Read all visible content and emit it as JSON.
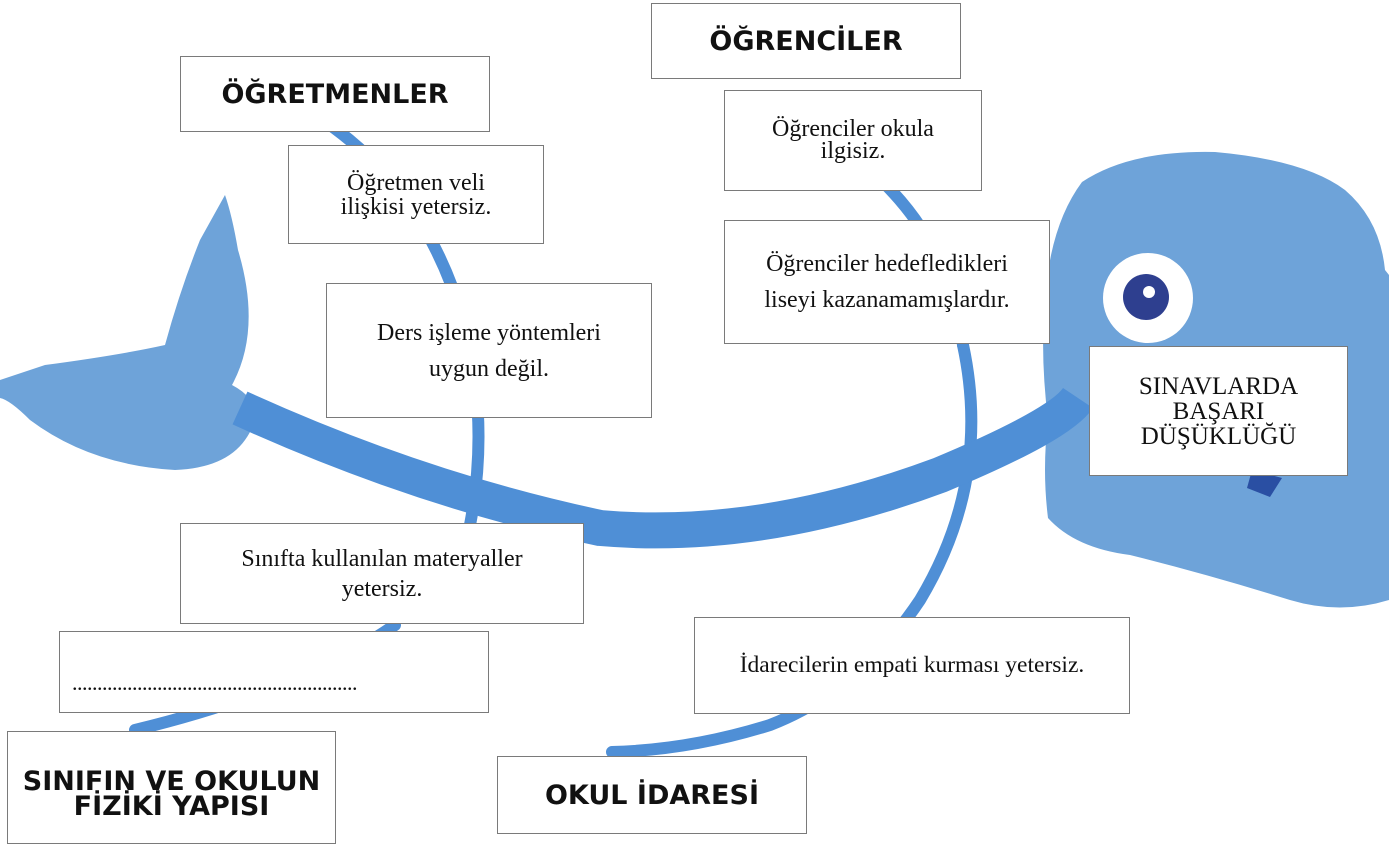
{
  "diagram": {
    "type": "fishbone",
    "effect": "SINAVLARDA BAŞARI DÜŞÜKLÜĞÜ",
    "categories": {
      "teachers": {
        "title": "ÖĞRETMENLER",
        "causes": [
          "Öğretmen veli ilişkisi yetersiz.",
          "Ders işleme yöntemleri uygun değil."
        ]
      },
      "students": {
        "title": "ÖĞRENCİLER",
        "causes": [
          "Öğrenciler okula ilgisiz.",
          "Öğrenciler hedefledikleri liseyi kazanamamışlardır."
        ]
      },
      "physical": {
        "title": "SINIFIN VE OKULUN FİZİKİ YAPISI",
        "causes": [
          "Sınıfta kullanılan materyaller yetersiz.",
          "........................................................."
        ]
      },
      "administration": {
        "title": "OKUL İDARESİ",
        "causes": [
          "İdarecilerin empati kurması yetersiz."
        ]
      }
    },
    "colors": {
      "fish_body": "#6ea3d9",
      "fish_dark": "#5a8fca",
      "spine": "#4f8fd6",
      "eye_white": "#ffffff",
      "pupil": "#2e3f8f",
      "border": "#7a7a7a"
    }
  }
}
